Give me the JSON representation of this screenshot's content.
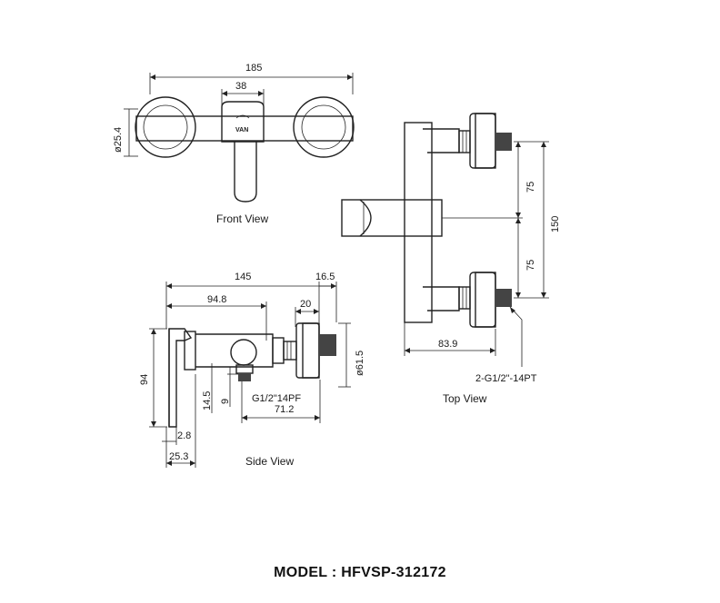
{
  "views": {
    "front": {
      "caption": "Front View",
      "dims": {
        "width": "185",
        "center": "38",
        "dia": "ø25.4"
      },
      "logo": "VAN"
    },
    "side": {
      "caption": "Side View",
      "dims": {
        "total": "145",
        "inner": "94.8",
        "cap": "16.5",
        "gap": "20",
        "height": "94",
        "dia": "ø61.5",
        "d14": "14.5",
        "d9": "9",
        "d28": "2.8",
        "d253": "25.3",
        "d712": "71.2"
      },
      "thread": "G1/2\"14PF"
    },
    "top": {
      "caption": "Top View",
      "dims": {
        "upper": "75",
        "lower": "75",
        "total": "150",
        "depth": "83.9"
      },
      "thread": "2-G1/2\"-14PT"
    }
  },
  "model": "MODEL : HFVSP-312172"
}
